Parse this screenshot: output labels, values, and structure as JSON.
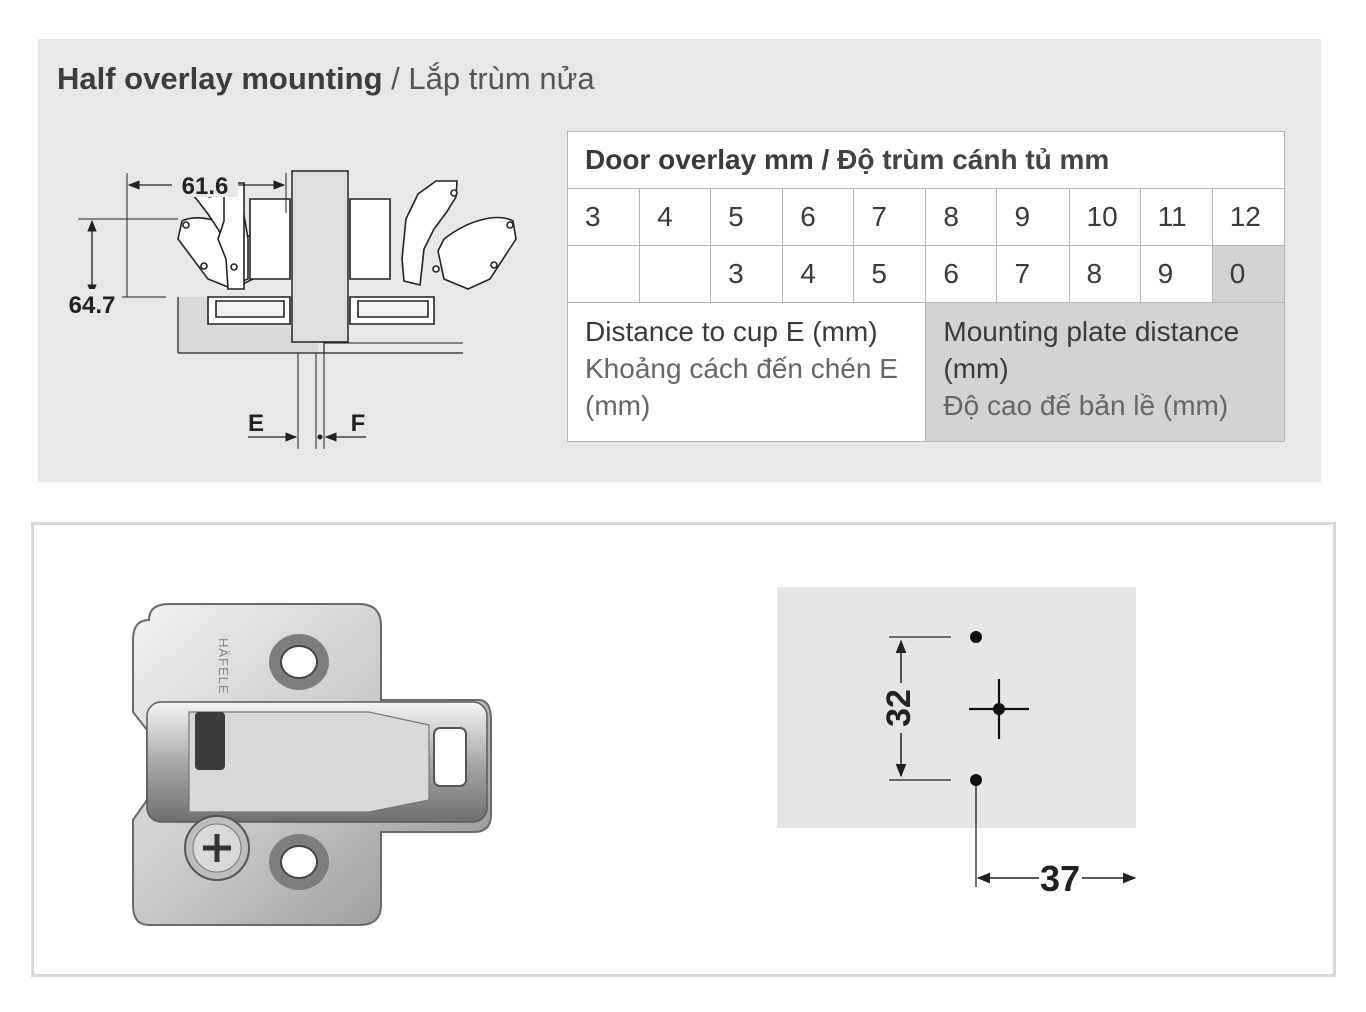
{
  "title": {
    "bold": "Half overlay mounting",
    "light": " / Lắp trùm nửa"
  },
  "hinge_diagram": {
    "width_label": "61.6",
    "height_label": "64.7",
    "e_label": "E",
    "f_label": "F"
  },
  "table": {
    "header_en": "Door overlay mm",
    "header_sep": " / ",
    "header_vi": "Độ trùm cánh tủ mm",
    "overlay_values": [
      "3",
      "4",
      "5",
      "6",
      "7",
      "8",
      "9",
      "10",
      "11",
      "12"
    ],
    "distance_values": [
      "",
      "",
      "3",
      "4",
      "5",
      "6",
      "7",
      "8",
      "9",
      "0"
    ],
    "distance_label_en": "Distance to cup E (mm)",
    "distance_label_vi": "Khoảng cách đến chén E (mm)",
    "plate_label_en": "Mounting plate distance (mm)",
    "plate_label_vi": "Độ cao đế bản lề (mm)"
  },
  "plate_photo": {
    "brand_stamp": "HÄFELE"
  },
  "drill_diagram": {
    "vertical_label": "32",
    "horizontal_label": "37"
  }
}
